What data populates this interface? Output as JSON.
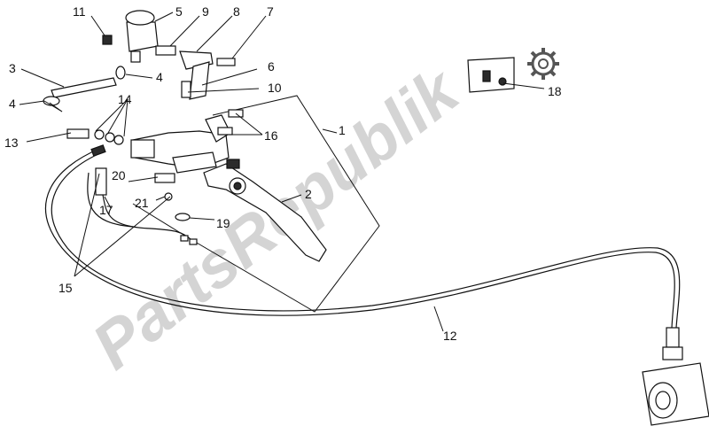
{
  "watermark": {
    "text": "PartsRepublik",
    "color": "#d4d4d4"
  },
  "callouts": [
    {
      "id": "n11",
      "label": "11"
    },
    {
      "id": "n5",
      "label": "5"
    },
    {
      "id": "n9",
      "label": "9"
    },
    {
      "id": "n8",
      "label": "8"
    },
    {
      "id": "n7",
      "label": "7"
    },
    {
      "id": "n3",
      "label": "3"
    },
    {
      "id": "n4a",
      "label": "4"
    },
    {
      "id": "n6",
      "label": "6"
    },
    {
      "id": "n10",
      "label": "10"
    },
    {
      "id": "n4b",
      "label": "4"
    },
    {
      "id": "n14",
      "label": "14"
    },
    {
      "id": "n1",
      "label": "1"
    },
    {
      "id": "n16",
      "label": "16"
    },
    {
      "id": "n13",
      "label": "13"
    },
    {
      "id": "n20",
      "label": "20"
    },
    {
      "id": "n2",
      "label": "2"
    },
    {
      "id": "n17",
      "label": "17"
    },
    {
      "id": "n21",
      "label": "21"
    },
    {
      "id": "n19",
      "label": "19"
    },
    {
      "id": "n15",
      "label": "15"
    },
    {
      "id": "n12",
      "label": "12"
    },
    {
      "id": "n18",
      "label": "18"
    }
  ],
  "icons": {
    "service_kit": "gear-icon"
  }
}
